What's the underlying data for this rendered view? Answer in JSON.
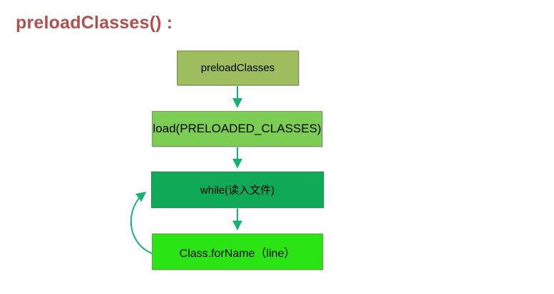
{
  "title": "preloadClasses() :",
  "colors": {
    "title": "#b0504d",
    "arrow": "#15b175",
    "node_preload_bg": "#9dbd5e",
    "node_preload_border": "#7d8f4e",
    "node_load_bg": "#7bcd53",
    "node_load_border": "#789a60",
    "node_while_bg": "#0fa957",
    "node_while_border": "#0e8f4c",
    "node_forname_bg": "#2be414",
    "node_forname_border": "#5aa944",
    "text": "#000000",
    "background": "#ffffff"
  },
  "diagram": {
    "nodes": [
      {
        "id": "preloadClasses",
        "label": "preloadClasses"
      },
      {
        "id": "load",
        "label": "load(PRELOADED_CLASSES)"
      },
      {
        "id": "while",
        "label": "while(读入文件)"
      },
      {
        "id": "forName",
        "label": "Class.forName（line）"
      }
    ],
    "edges": [
      {
        "from": "preloadClasses",
        "to": "load",
        "type": "straight-down"
      },
      {
        "from": "load",
        "to": "while",
        "type": "straight-down"
      },
      {
        "from": "while",
        "to": "forName",
        "type": "straight-down"
      },
      {
        "from": "forName",
        "to": "while",
        "type": "loop-back-left"
      }
    ]
  }
}
